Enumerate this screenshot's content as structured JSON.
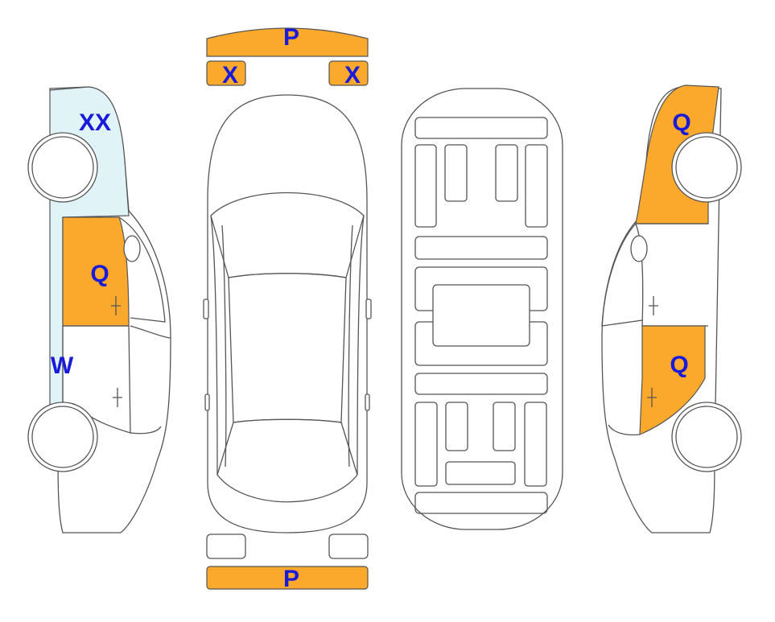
{
  "colors": {
    "damage_orange": "#fba92d",
    "glass_blue": "#e0f4f8",
    "outline": "#555555",
    "label_blue": "#1a1ad9"
  },
  "labels": {
    "front_bumper": "P",
    "headlight_left": "X",
    "headlight_right": "X",
    "rear_bumper": "P",
    "left_windshield": "XX",
    "left_front_door": "Q",
    "left_sill": "W",
    "right_fender": "Q",
    "right_rear_door": "Q"
  }
}
